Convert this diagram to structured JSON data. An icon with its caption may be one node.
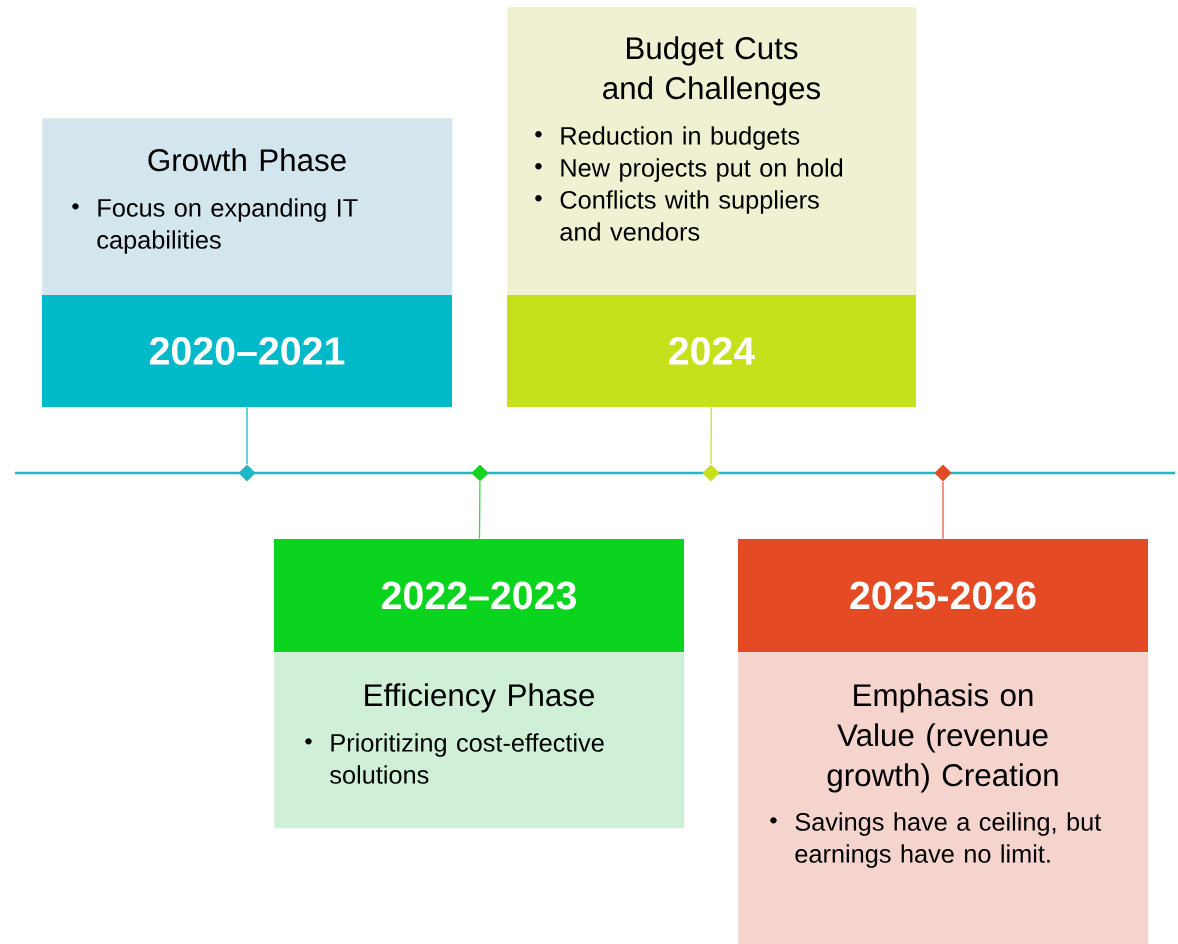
{
  "diagram": {
    "nodes": [
      {
        "text": [
          "Growth Phase",
          "Focus on expanding IT capabilities"
        ]
      },
      {
        "text": [
          "2020–2021"
        ]
      },
      {
        "text": [],
        "shape": "diamond"
      },
      {
        "text": [],
        "shape": "diamond"
      },
      {
        "text": [
          "2022–2023"
        ]
      },
      {
        "text": [
          "Efficiency Phase",
          "Prioritizing cost-effective solutions"
        ]
      },
      {
        "text": [
          "Budget Cuts and Challenges",
          "Reduction in budgets",
          "New projects put on hold",
          "Conflicts with suppliers and vendors"
        ]
      },
      {
        "text": [
          "2024"
        ]
      },
      {
        "text": [],
        "shape": "diamond"
      },
      {
        "text": [],
        "shape": "diamond"
      },
      {
        "text": [
          "2025-2026"
        ]
      },
      {
        "text": [
          "Emphasis on Value (revenue growth) Creation",
          "Savings have a ceiling, but earnings have no limit."
        ]
      }
    ],
    "edges": [
      {
        "from": 1,
        "to": 2,
        "arrow": "none",
        "color": "#1fb9c9"
      },
      {
        "from": 3,
        "to": 4,
        "arrow": "none",
        "color": "#3fd64f"
      },
      {
        "from": 7,
        "to": 8,
        "arrow": "none",
        "color": "#c8e23a"
      },
      {
        "from": 9,
        "to": 10,
        "arrow": "none",
        "color": "#e4603e"
      }
    ]
  }
}
